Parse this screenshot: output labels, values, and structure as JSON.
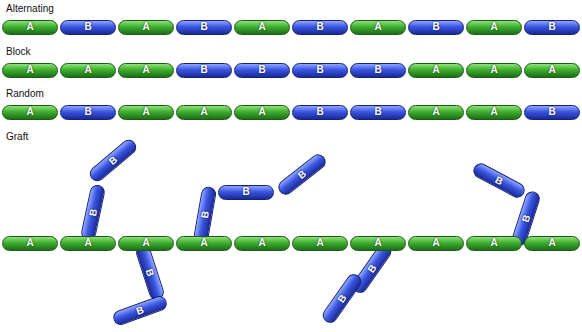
{
  "diagram": {
    "nodes": [
      {
        "text": [
          "A"
        ]
      },
      {
        "text": [
          "B"
        ]
      },
      {
        "text": [
          "A"
        ]
      },
      {
        "text": [
          "B"
        ]
      },
      {
        "text": [
          "A"
        ]
      },
      {
        "text": [
          "B"
        ]
      },
      {
        "text": [
          "A"
        ]
      },
      {
        "text": [
          "B"
        ]
      },
      {
        "text": [
          "A"
        ]
      },
      {
        "text": [
          "B"
        ]
      },
      {
        "text": [
          "A"
        ]
      },
      {
        "text": [
          "A"
        ]
      },
      {
        "text": [
          "A"
        ]
      },
      {
        "text": [
          "B"
        ]
      },
      {
        "text": [
          "B"
        ]
      },
      {
        "text": [
          "B"
        ]
      },
      {
        "text": [
          "B"
        ]
      },
      {
        "text": [
          "A"
        ]
      },
      {
        "text": [
          "A"
        ]
      },
      {
        "text": [
          "A"
        ]
      },
      {
        "text": [
          "A"
        ]
      },
      {
        "text": [
          "B"
        ]
      },
      {
        "text": [
          "A"
        ]
      },
      {
        "text": [
          "A"
        ]
      },
      {
        "text": [
          "A"
        ]
      },
      {
        "text": [
          "B"
        ]
      },
      {
        "text": [
          "B"
        ]
      },
      {
        "text": [
          "A"
        ]
      },
      {
        "text": [
          "A"
        ]
      },
      {
        "text": [
          "B"
        ]
      },
      {
        "text": [
          "B"
        ]
      },
      {
        "text": [
          "B"
        ]
      },
      {
        "text": [
          "B"
        ]
      },
      {
        "text": [
          "B"
        ]
      },
      {
        "text": [
          "B"
        ]
      },
      {
        "text": [
          "B"
        ]
      },
      {
        "text": [
          "B"
        ]
      },
      {
        "text": [
          "B"
        ]
      },
      {
        "text": [
          "B"
        ]
      },
      {
        "text": [
          "B"
        ]
      },
      {
        "text": [
          "B"
        ]
      },
      {
        "text": [
          "A"
        ]
      },
      {
        "text": [
          "A"
        ]
      },
      {
        "text": [
          "A"
        ]
      },
      {
        "text": [
          "A"
        ]
      },
      {
        "text": [
          "A"
        ]
      },
      {
        "text": [
          "A"
        ]
      },
      {
        "text": [
          "A"
        ]
      },
      {
        "text": [
          "A"
        ]
      },
      {
        "text": [
          "A"
        ]
      },
      {
        "text": [
          "A"
        ]
      }
    ],
    "labels": [
      "Alternating",
      "Block",
      "Random",
      "Graft"
    ]
  }
}
